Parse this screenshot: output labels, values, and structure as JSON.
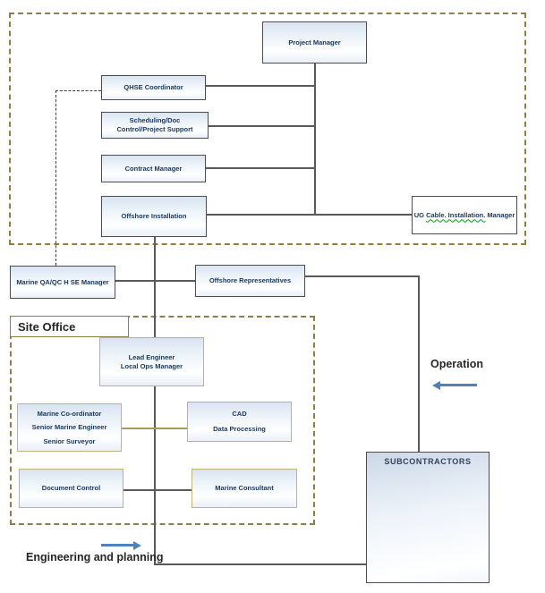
{
  "boxes": {
    "project_manager": {
      "label": "Project Manager"
    },
    "qhse": {
      "label": "QHSE Coordinator"
    },
    "scheduling": {
      "line1": "Scheduling/Doc",
      "line2": "Control/Project Support"
    },
    "contract": {
      "label": "Contract Manager"
    },
    "offshore_installation": {
      "label": "Offshore Installation"
    },
    "ug_cable": {
      "prefix": "UG ",
      "underlined": "Cable. Installation.",
      "suffix": " Manager"
    },
    "marine_qaqc": {
      "label": "Marine QA/QC H SE Manager"
    },
    "offshore_reps": {
      "label": "Offshore Representatives"
    },
    "lead_engineer": {
      "line1": "Lead Engineer",
      "line2": "Local Ops Manager"
    },
    "marine_coordinator": {
      "line1": "Marine Co-ordinator",
      "line2": "Senior Marine Engineer",
      "line3": "Senior  Surveyor"
    },
    "cad": {
      "line1": "CAD",
      "line2": "Data Processing"
    },
    "document_control": {
      "label": "Document Control"
    },
    "marine_consultant": {
      "label": "Marine Consultant"
    },
    "subcontractors": {
      "label": "SUBCONTRACTORS"
    }
  },
  "site_office": {
    "title": "Site Office"
  },
  "annotations": {
    "operation": "Operation",
    "engineering": "Engineering and planning"
  },
  "colors": {
    "box_border_gray": "#4d4d4d",
    "box_border_tan": "#bfb47e",
    "dashed_frame_olive": "#8e8045",
    "connector_gray": "#595959",
    "connector_tan": "#a79a5e",
    "arrow_blue": "#4f81bd",
    "box_text_navy": "#17375d",
    "box_fill_top": "#d9e4f1",
    "grammar_wave_green": "#00a000"
  }
}
